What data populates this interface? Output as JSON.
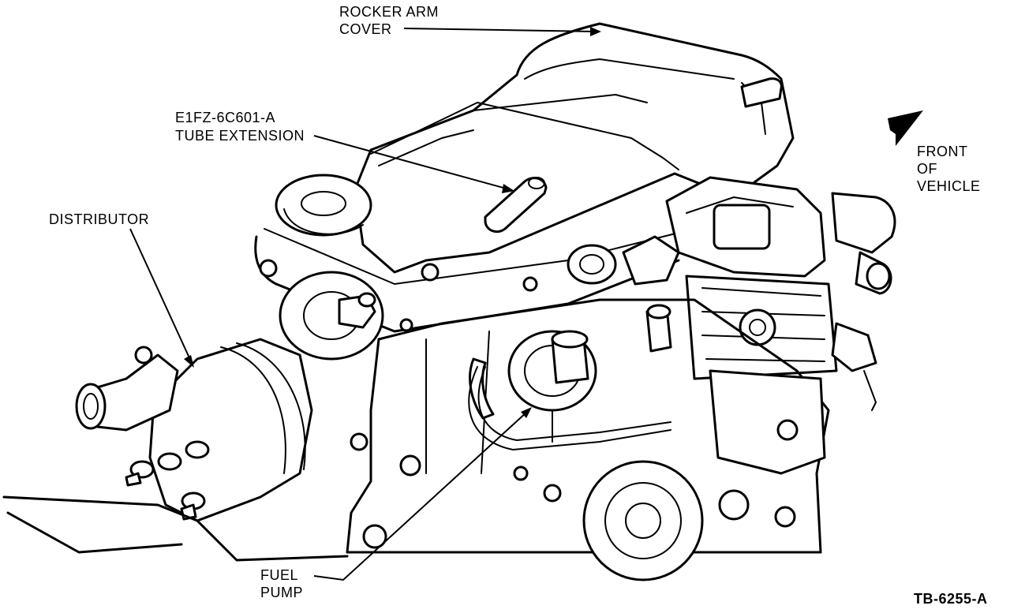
{
  "labels": {
    "rocker_arm_cover_1": "ROCKER ARM",
    "rocker_arm_cover_2": "COVER",
    "tube_extension_1": "E1FZ-6C601-A",
    "tube_extension_2": "TUBE EXTENSION",
    "distributor": "DISTRIBUTOR",
    "front_of_vehicle_1": "FRONT",
    "front_of_vehicle_2": "OF",
    "front_of_vehicle_3": "VEHICLE",
    "fuel_pump_1": "FUEL",
    "fuel_pump_2": "PUMP",
    "figure_id": "TB-6255-A"
  }
}
